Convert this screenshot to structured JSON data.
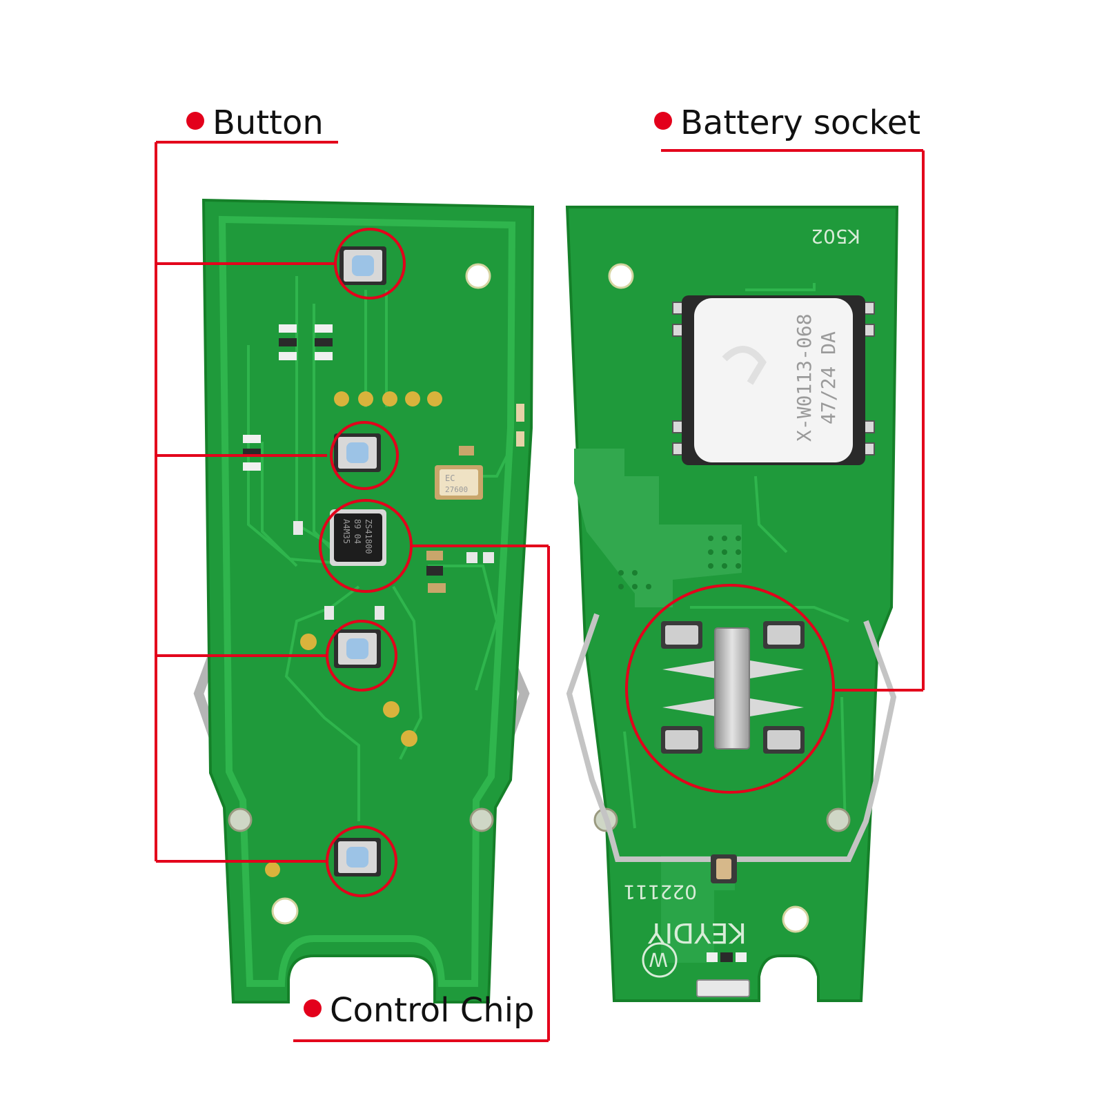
{
  "callouts": {
    "button": "Button",
    "battery_socket": "Battery socket",
    "control_chip": "Control Chip"
  },
  "board_markings": {
    "board_code": "K502",
    "serial": "022111",
    "brand": "KEYDIY",
    "w_mark": "W",
    "crystal_line1": "EC",
    "crystal_line2": "27600",
    "chip_line1": "A4M35",
    "chip_line2": "89 04",
    "chip_line3": "ZS41800",
    "battery_component_line1": "X-W0113-068",
    "battery_component_line2": "47/24 DA"
  },
  "colors": {
    "pcb": "#1f9a3b",
    "pcb_dark": "#178330",
    "trace": "#2fb54d",
    "callout_red": "#e3001b",
    "button_blue": "#9cc3e6"
  }
}
